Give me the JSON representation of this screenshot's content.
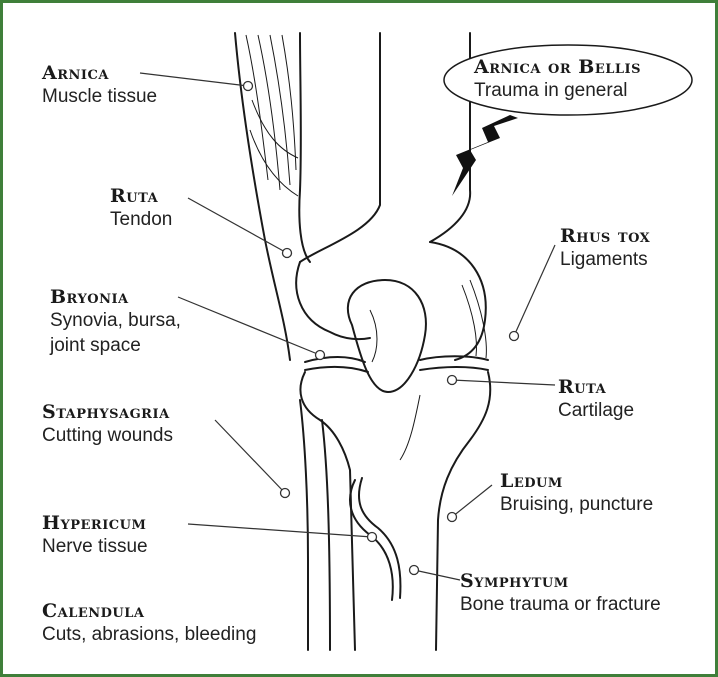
{
  "labels": [
    {
      "id": "arnica",
      "name": "Arnica",
      "desc": "Muscle tissue"
    },
    {
      "id": "ruta-tendon",
      "name": "Ruta",
      "desc": "Tendon"
    },
    {
      "id": "bryonia",
      "name": "Bryonia",
      "desc": "Synovia, bursa,",
      "desc2": "joint space"
    },
    {
      "id": "staphysagria",
      "name": "Staphysagria",
      "desc": "Cutting wounds"
    },
    {
      "id": "hypericum",
      "name": "Hypericum",
      "desc": "Nerve tissue"
    },
    {
      "id": "calendula",
      "name": "Calendula",
      "desc": "Cuts, abrasions, bleeding"
    },
    {
      "id": "rhus-tox",
      "name": "Rhus tox",
      "desc": "Ligaments"
    },
    {
      "id": "ruta-cartilage",
      "name": "Ruta",
      "desc": "Cartilage"
    },
    {
      "id": "ledum",
      "name": "Ledum",
      "desc": "Bruising, puncture"
    },
    {
      "id": "symphytum",
      "name": "Symphytum",
      "desc": "Bone trauma or fracture"
    }
  ],
  "callout": {
    "name": "Arnica or Bellis",
    "desc": "Trauma in general"
  },
  "colors": {
    "border": "#3f7f3a",
    "ink": "#1a1a1a"
  }
}
